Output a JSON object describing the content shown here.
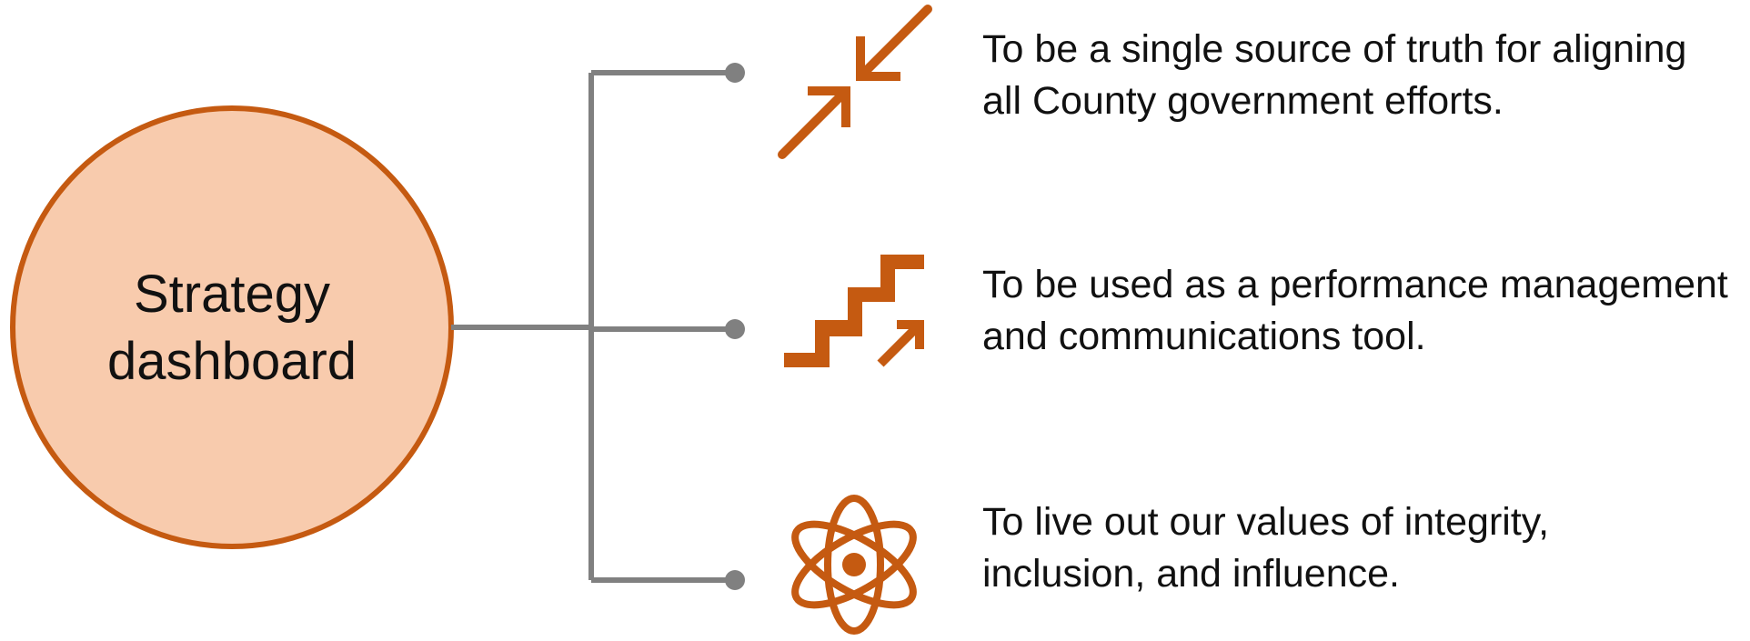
{
  "colors": {
    "accent": "#C55A11",
    "circle_fill": "#F8CBAD",
    "connector": "#808080",
    "text": "#111111"
  },
  "center": {
    "line1": "Strategy",
    "line2": "dashboard"
  },
  "goals": [
    {
      "icon": "converge-arrows-icon",
      "line1": "To be a single source of truth for aligning",
      "line2": "all County government efforts."
    },
    {
      "icon": "stairs-up-arrow-icon",
      "line1": "To be used as a performance management",
      "line2": "and communications tool."
    },
    {
      "icon": "atom-icon",
      "line1": "To live out our values of integrity,",
      "line2": "inclusion, and influence."
    }
  ]
}
